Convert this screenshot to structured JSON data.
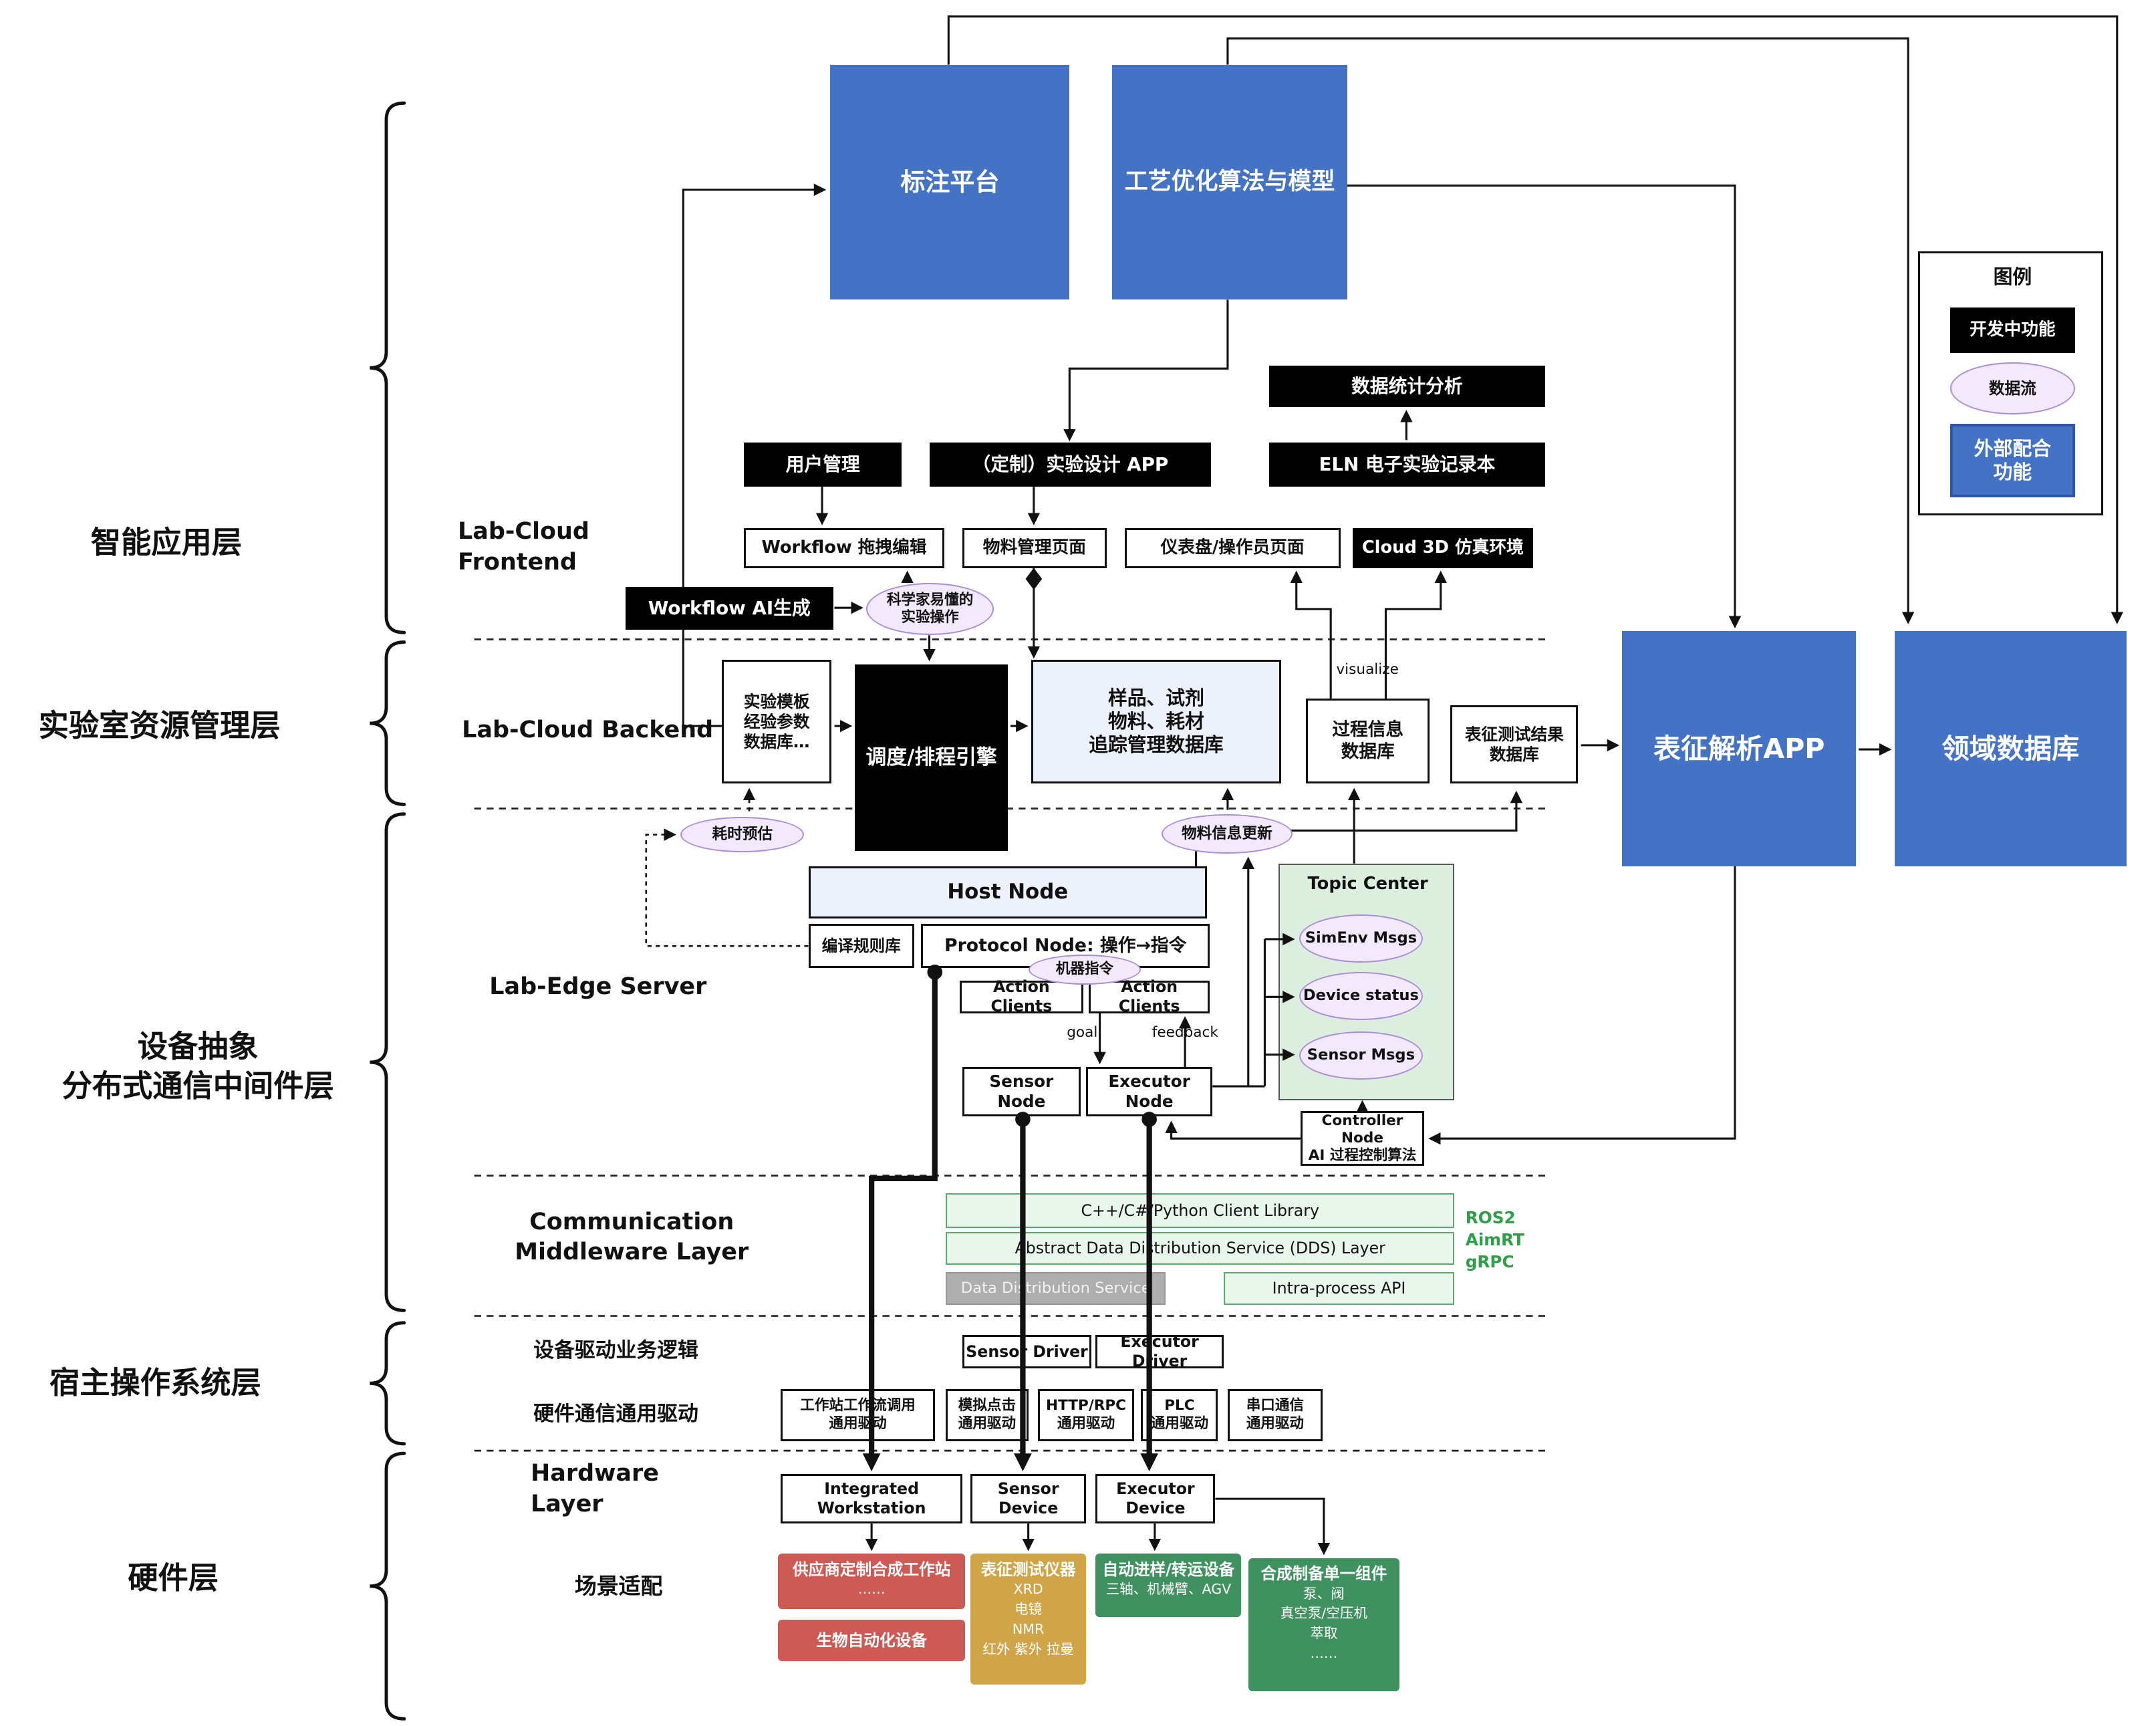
{
  "left_labels": {
    "app": "智能应用层",
    "resource": "实验室资源管理层",
    "abstraction": "设备抽象\n分布式通信中间件层",
    "host_os": "宿主操作系统层",
    "hardware": "硬件层"
  },
  "section_labels": {
    "frontend": "Lab-Cloud Frontend",
    "backend": "Lab-Cloud Backend",
    "edge": "Lab-Edge Server",
    "comm": "Communication\nMiddleware Layer",
    "driver_logic": "设备驱动业务逻辑",
    "hw_comm": "硬件通信通用驱动",
    "hardware": "Hardware Layer",
    "scenario": "场景适配"
  },
  "legend": {
    "title": "图例",
    "developing": "开发中功能",
    "dataflow": "数据流",
    "external": "外部配合\n功能"
  },
  "app_layer": {
    "annotation_platform": "标注平台",
    "process_opt": "工艺优化算法与模型",
    "stats": "数据统计分析",
    "user_mgmt": "用户管理",
    "custom_app": "（定制）实验设计 APP",
    "eln": "ELN 电子实验记录本",
    "workflow_edit": "Workflow 拖拽编辑",
    "material_page": "物料管理页面",
    "dashboard": "仪表盘/操作员页面",
    "cloud3d": "Cloud 3D 仿真环境",
    "workflow_ai": "Workflow AI生成",
    "sci_ops": "科学家易懂的\n实验操作"
  },
  "backend_layer": {
    "template_db": "实验模板\n经验参数\n数据库…",
    "scheduler": "调度/排程引擎",
    "sample_db": "样品、试剂\n物料、耗材\n追踪管理数据库",
    "process_db": "过程信息\n数据库",
    "char_db": "表征测试结果\n数据库",
    "char_app": "表征解析APP",
    "domain_db": "领域数据库"
  },
  "edge_layer": {
    "time_estimate": "耗时预估",
    "material_update": "物料信息更新",
    "host_node": "Host Node",
    "compile_rules": "编译规则库",
    "protocol_node": "Protocol Node: 操作→指令",
    "machine_cmd": "机器指令",
    "action_clients_1": "Action Clients",
    "action_clients_2": "Action Clients",
    "sensor_node": "Sensor Node",
    "executor_node": "Executor Node",
    "topic_center": "Topic Center",
    "simenv_msgs": "SimEnv Msgs",
    "device_status": "Device status",
    "sensor_msgs": "Sensor Msgs",
    "controller_node": "Controller Node\nAI 过程控制算法"
  },
  "flow_labels": {
    "goal": "goal",
    "feedback": "feedback",
    "visualize": "visualize"
  },
  "middleware": {
    "client_lib": "C++/C#/Python Client Library",
    "dds_abstract": "Abstract Data Distribution Service (DDS) Layer",
    "dds": "Data Distribution Service",
    "intra": "Intra-process API",
    "ros2": "ROS2",
    "aimrt": "AimRT",
    "grpc": "gRPC"
  },
  "host_os": {
    "sensor_driver": "Sensor Driver",
    "executor_driver": "Executor Driver",
    "generic_drivers": [
      "工作站工作流调用\n通用驱动",
      "模拟点击\n通用驱动",
      "HTTP/RPC\n通用驱动",
      "PLC\n通用驱动",
      "串口通信\n通用驱动"
    ]
  },
  "hardware": {
    "workstation": "Integrated Workstation",
    "sensor_device": "Sensor Device",
    "executor_device": "Executor Device",
    "vendor_station": "供应商定制合成工作站",
    "vendor_station_sub": "……",
    "bio_device": "生物自动化设备",
    "char_instrument": "表征测试仪器",
    "char_lines": [
      "XRD",
      "电镜",
      "NMR",
      "红外 紫外 拉曼"
    ],
    "transfer_device": "自动进样/转运设备",
    "transfer_sub": "三轴、机械臂、AGV",
    "synth_component": "合成制备单一组件",
    "synth_lines": [
      "泵、阀",
      "真空泵/空压机",
      "萃取",
      "……"
    ]
  },
  "colors": {
    "external_blue": "#4472c4",
    "developing_black": "#000000",
    "dataflow_purple": "#f3e9fd",
    "topic_green": "#dcefdf",
    "middleware_green": "#e8f6ec",
    "vendor_red": "#cd5a55",
    "characterization_tan": "#cfa548",
    "component_green": "#3f915f"
  }
}
